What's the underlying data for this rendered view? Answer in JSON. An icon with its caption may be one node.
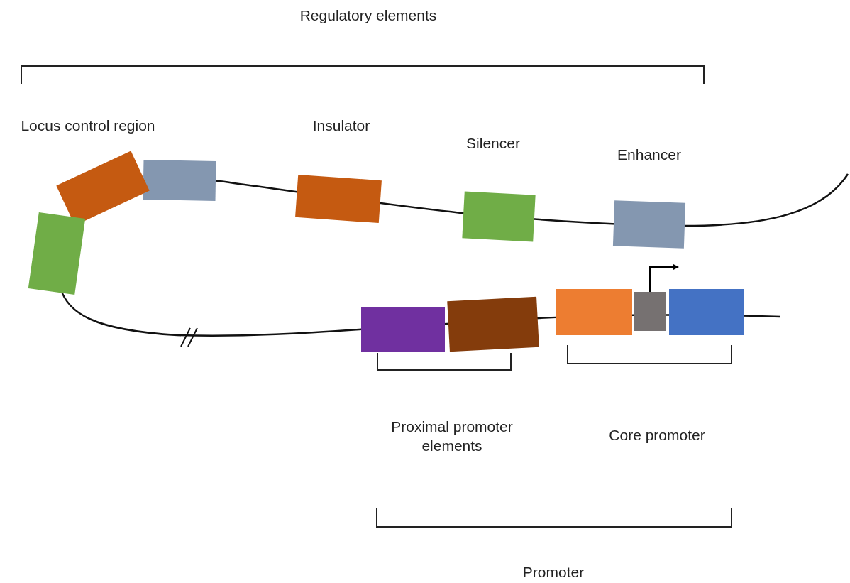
{
  "diagram": {
    "labels": [
      "Regulatory elements",
      "Locus control region",
      "Insulator",
      "Silencer",
      "Enhancer",
      "Proximal promoter elements",
      "Core promoter",
      "Promoter"
    ]
  }
}
